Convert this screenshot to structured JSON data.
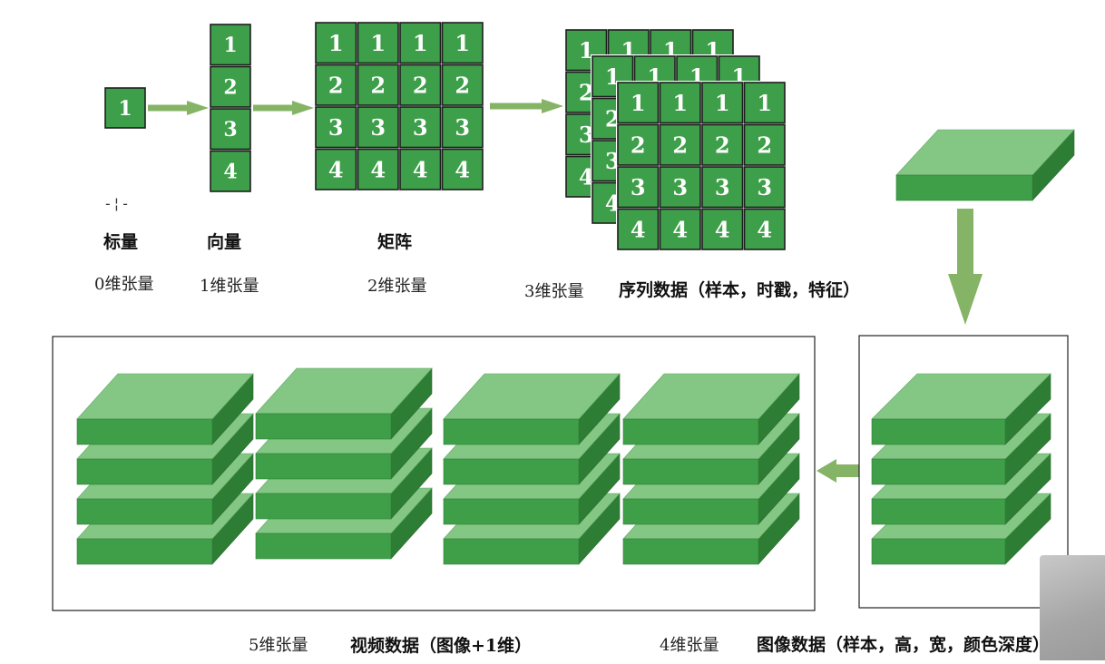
{
  "colors": {
    "cell_fill": "#3e9f4a",
    "cell_border": "#1e1e1e",
    "digit": "#ffffff",
    "block_top": "#84c784",
    "block_front": "#3f9f48",
    "block_side": "#2e7d34",
    "arrow": "#86b466",
    "frame": "#222222"
  },
  "scalar": {
    "values": [
      [
        "1"
      ]
    ]
  },
  "vector": {
    "values": [
      [
        "1"
      ],
      [
        "2"
      ],
      [
        "3"
      ],
      [
        "4"
      ]
    ]
  },
  "matrix": {
    "values": [
      [
        "1",
        "1",
        "1",
        "1"
      ],
      [
        "2",
        "2",
        "2",
        "2"
      ],
      [
        "3",
        "3",
        "3",
        "3"
      ],
      [
        "4",
        "4",
        "4",
        "4"
      ]
    ]
  },
  "tensor3": {
    "values": [
      [
        "1",
        "1",
        "1",
        "1"
      ],
      [
        "2",
        "2",
        "2",
        "2"
      ],
      [
        "3",
        "3",
        "3",
        "3"
      ],
      [
        "4",
        "4",
        "4",
        "4"
      ]
    ]
  },
  "labels": {
    "scalar_name": "标量",
    "vector_name": "向量",
    "matrix_name": "矩阵",
    "scalar_dim": "0维张量",
    "vector_dim": "1维张量",
    "matrix_dim": "2维张量",
    "tensor3_dim": "3维张量",
    "tensor3_desc": "序列数据（样本，时戳，特征）",
    "tensor5_dim": "5维张量",
    "tensor5_desc": "视频数据（图像+1维）",
    "tensor4_dim": "4维张量",
    "tensor4_desc": "图像数据（样本，高，宽，颜色深度）"
  },
  "icons": {
    "cursor": "crosshair-cursor-icon",
    "arrows": "right-arrow-icon / down-arrow-icon / left-arrow-icon"
  }
}
